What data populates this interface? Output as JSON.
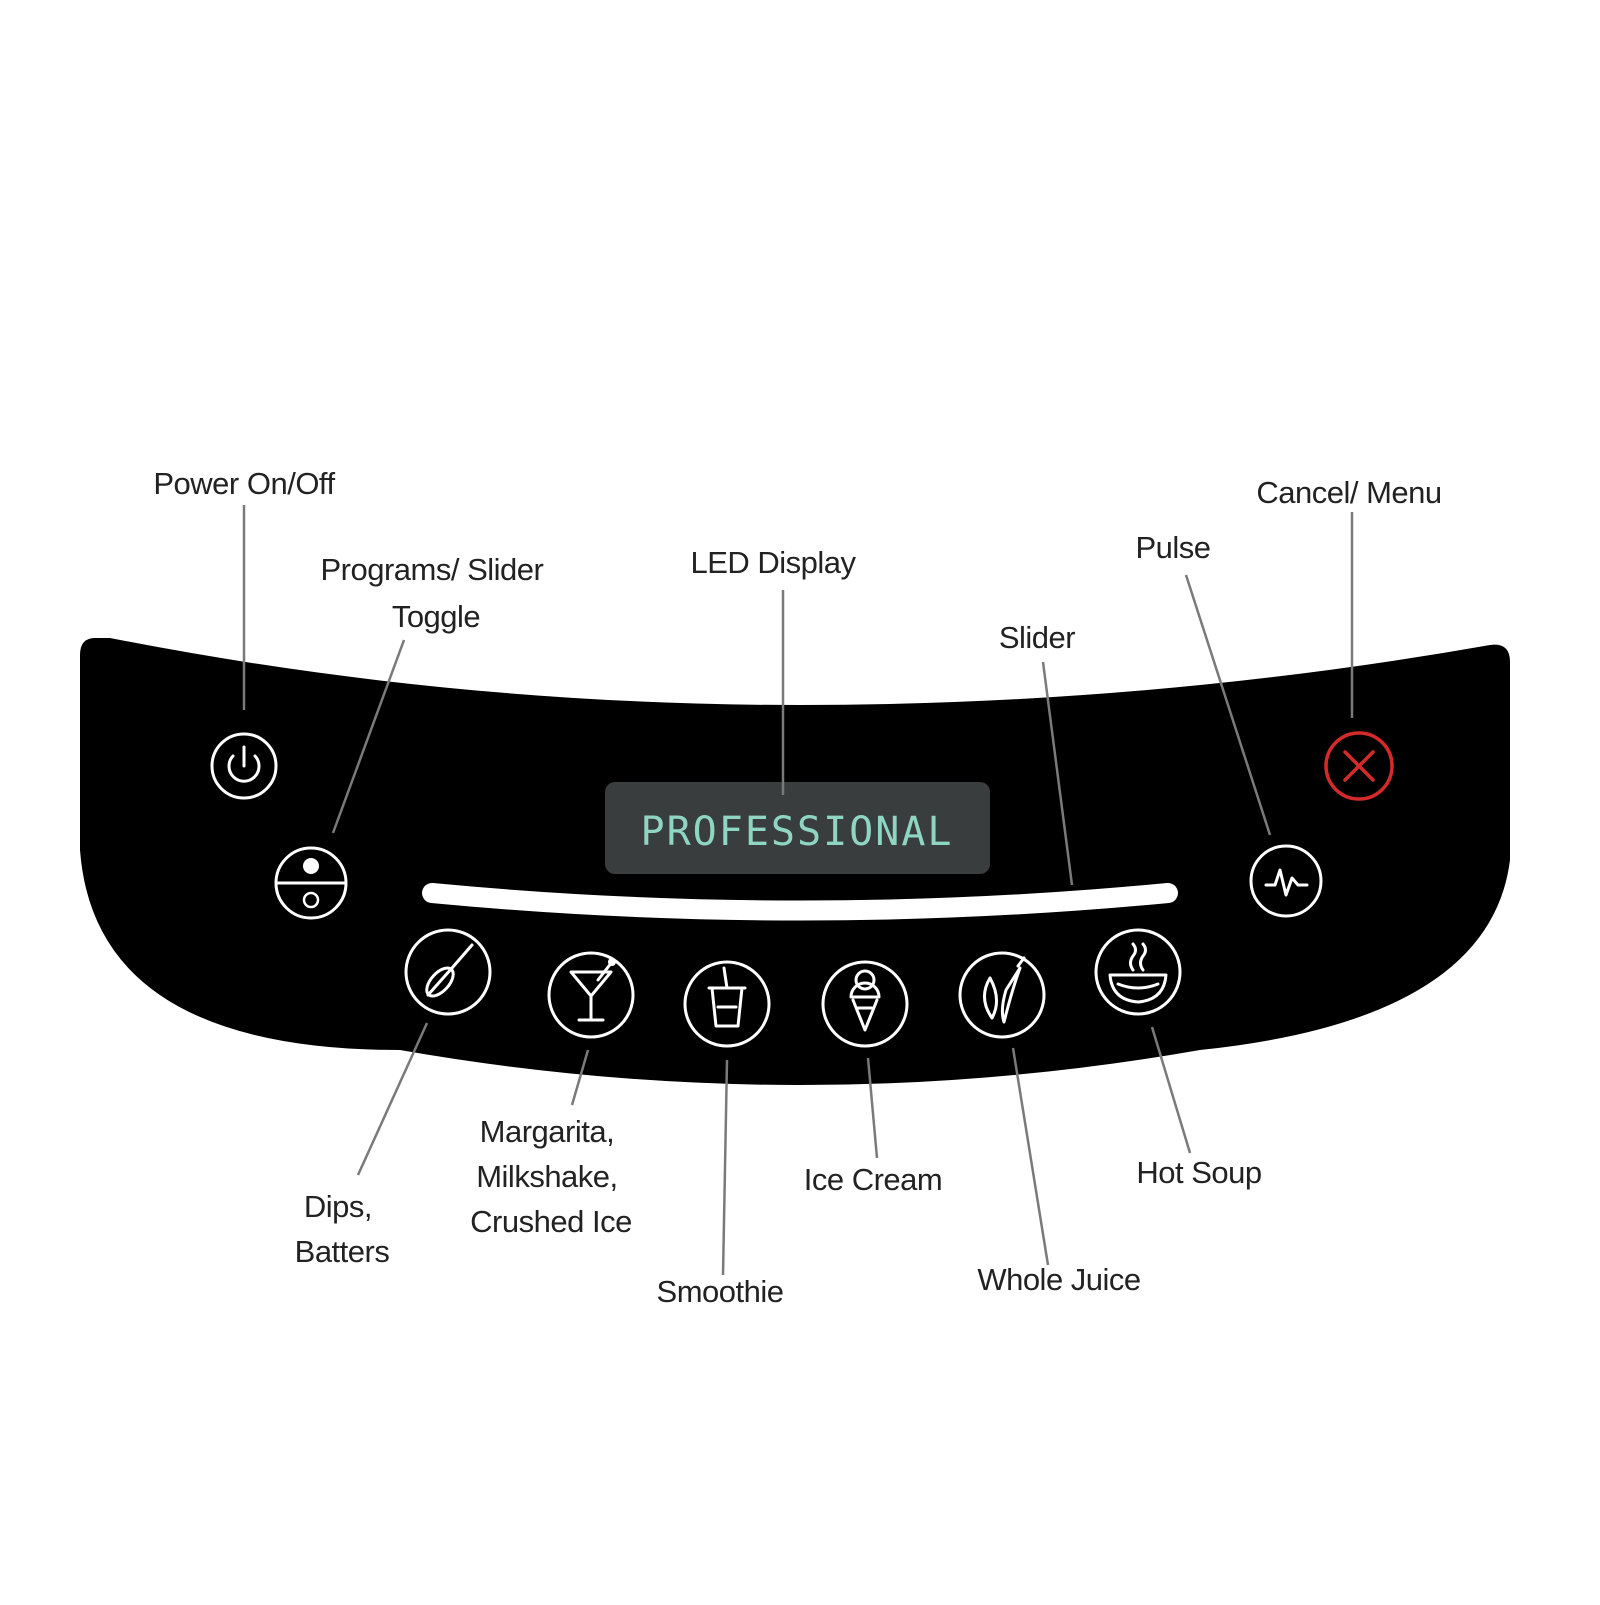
{
  "panel": {
    "display_text": "PROFESSIONAL",
    "display_text_color": "#8fd6c2",
    "display_bg_color": "#3a3d3d",
    "panel_color": "#000000",
    "cancel_color": "#d42a2a"
  },
  "controls": {
    "power": {
      "label": "Power On/Off",
      "icon": "power-icon"
    },
    "programs_toggle": {
      "label_lines": [
        "Programs/ Slider",
        "Toggle"
      ],
      "icon": "program-toggle-icon"
    },
    "led_display": {
      "label": "LED Display"
    },
    "slider": {
      "label": "Slider"
    },
    "pulse": {
      "label": "Pulse",
      "icon": "pulse-icon"
    },
    "cancel": {
      "label": "Cancel/ Menu",
      "icon": "cancel-x-icon"
    }
  },
  "programs": [
    {
      "label_lines": [
        "Dips,",
        "Batters"
      ],
      "icon": "whisk-icon"
    },
    {
      "label_lines": [
        "Margarita,",
        "Milkshake,",
        "Crushed Ice"
      ],
      "icon": "martini-glass-icon"
    },
    {
      "label_lines": [
        "Smoothie"
      ],
      "icon": "smoothie-cup-icon"
    },
    {
      "label_lines": [
        "Ice Cream"
      ],
      "icon": "ice-cream-cone-icon"
    },
    {
      "label_lines": [
        "Whole Juice"
      ],
      "icon": "fruit-vegetable-icon"
    },
    {
      "label_lines": [
        "Hot Soup"
      ],
      "icon": "soup-bowl-icon"
    }
  ]
}
